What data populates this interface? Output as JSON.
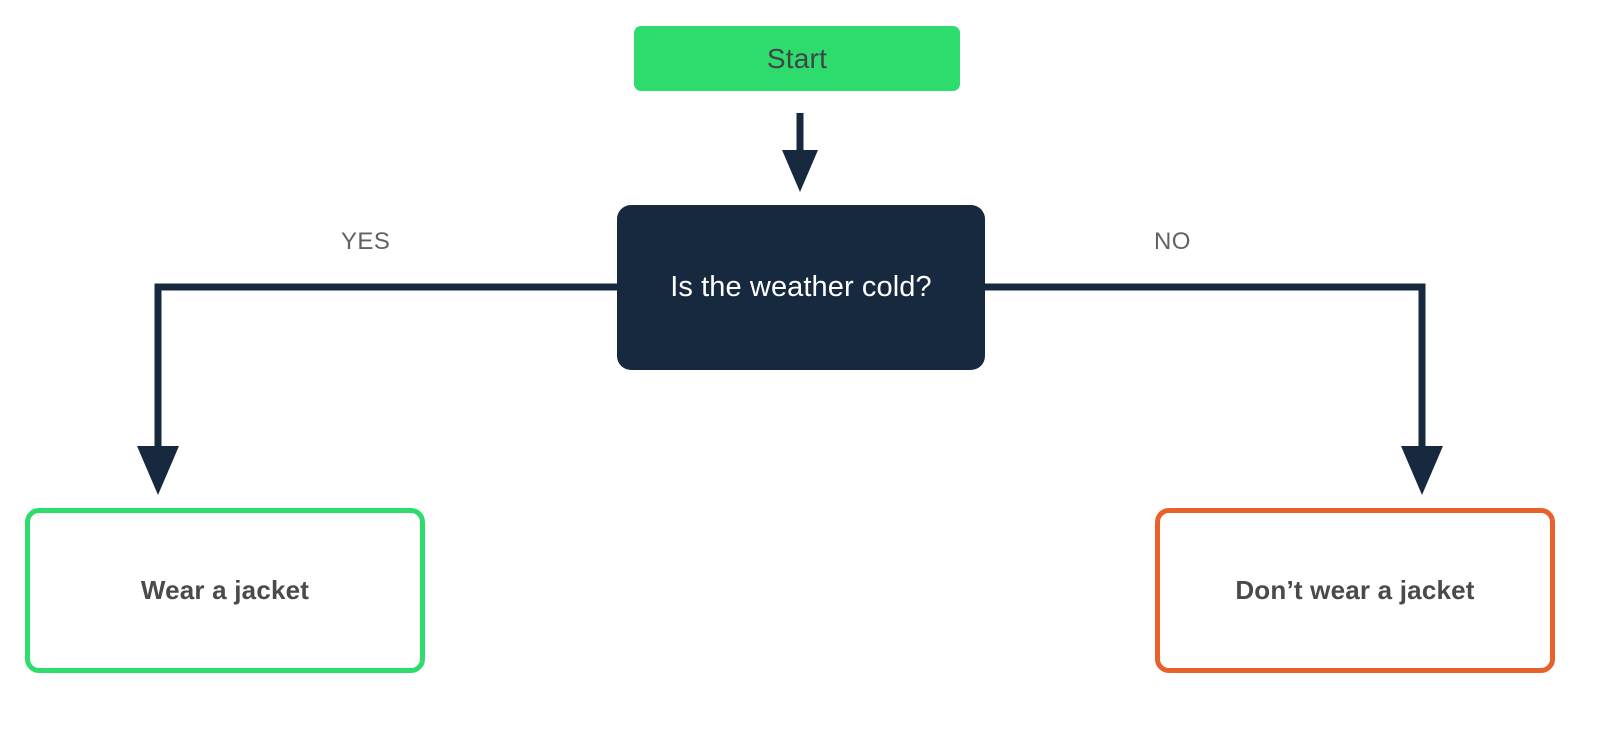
{
  "diagram": {
    "type": "flowchart",
    "title": "Weather jacket decision flowchart",
    "nodes": {
      "start": {
        "label": "Start",
        "shape": "terminator",
        "fill_color": "#2edc6e",
        "text_color": "#3f4548"
      },
      "decision": {
        "label": "Is the weather cold?",
        "shape": "decision",
        "fill_color": "#17293f",
        "text_color": "#ffffff"
      },
      "yes_outcome": {
        "label": "Wear a jacket",
        "shape": "process",
        "border_color": "#2edc6e",
        "fill_color": "#ffffff",
        "text_color": "#4a4a4a"
      },
      "no_outcome": {
        "label": "Don’t wear a jacket",
        "shape": "process",
        "border_color": "#e8602a",
        "fill_color": "#ffffff",
        "text_color": "#4a4a4a"
      }
    },
    "edges": {
      "start_to_decision": {
        "label": ""
      },
      "decision_to_yes": {
        "label": "YES"
      },
      "decision_to_no": {
        "label": "NO"
      }
    },
    "edge_color": "#17293f",
    "label_color": "#5f6368",
    "background_color": "#ffffff"
  }
}
